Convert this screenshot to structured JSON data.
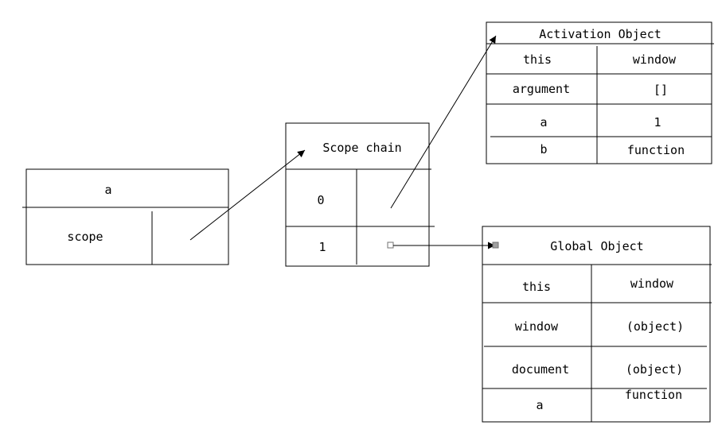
{
  "colors": {
    "stroke": "#000000",
    "background": "#ffffff",
    "connector_end": "#a0a0a0"
  },
  "function_box": {
    "header": "a",
    "row_label": "scope"
  },
  "scope_chain": {
    "title": "Scope chain",
    "rows": [
      "0",
      "1"
    ]
  },
  "activation_object": {
    "title": "Activation Object",
    "rows": [
      {
        "key": "this",
        "value": "window"
      },
      {
        "key": "argument",
        "value": "[]"
      },
      {
        "key": "a",
        "value": "1"
      },
      {
        "key": "b",
        "value": "function"
      }
    ]
  },
  "global_object": {
    "title": "Global Object",
    "rows": [
      {
        "key": "this",
        "value": "window"
      },
      {
        "key": "window",
        "value": "(object)"
      },
      {
        "key": "document",
        "value": "(object)"
      },
      {
        "key": "a",
        "value": "function"
      }
    ]
  }
}
